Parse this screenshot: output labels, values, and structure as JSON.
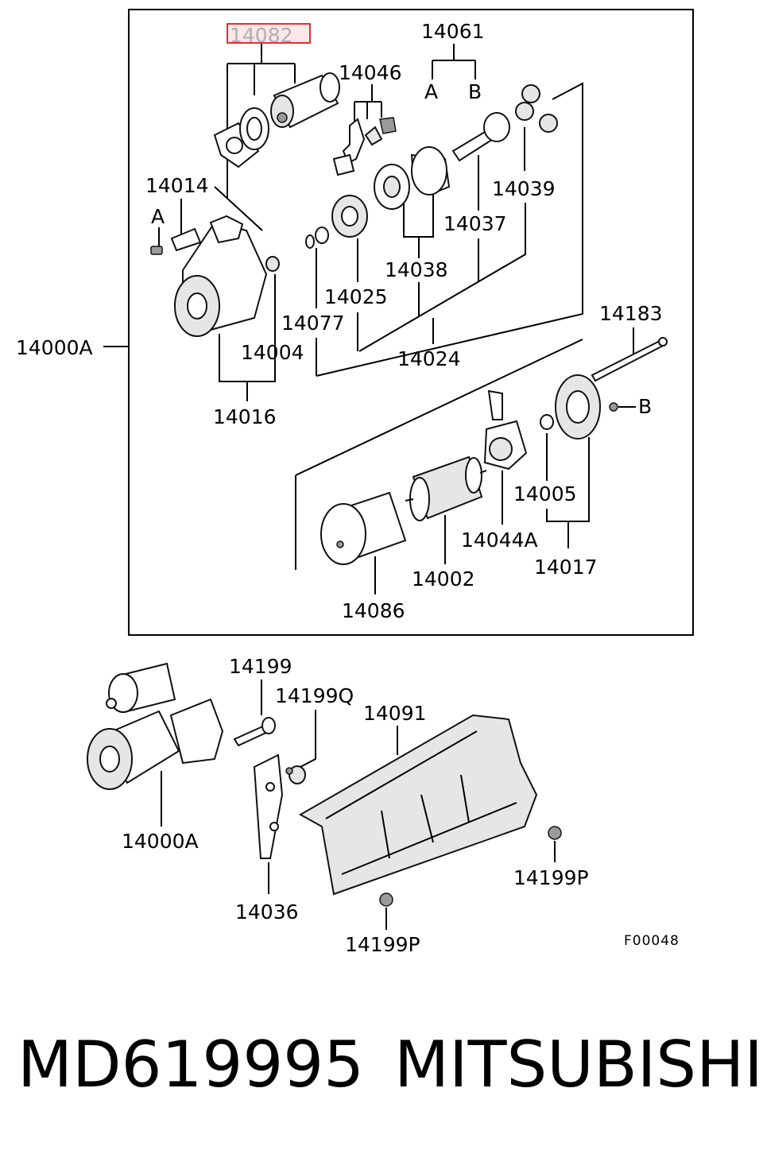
{
  "parts_frame": {
    "assembly_label": "14000A",
    "labels": {
      "p14082": "14082",
      "p14061": "14061",
      "p14061_a": "A",
      "p14061_b": "B",
      "p14046": "14046",
      "p14014": "14014",
      "p14014_a": "A",
      "p14039": "14039",
      "p14037": "14037",
      "p14038": "14038",
      "p14025": "14025",
      "p14077": "14077",
      "p14004": "14004",
      "p14024": "14024",
      "p14016": "14016",
      "p14183": "14183",
      "p14183_b": "B",
      "p14005": "14005",
      "p14044a": "14044A",
      "p14017": "14017",
      "p14002": "14002",
      "p14086": "14086"
    }
  },
  "lower_section": {
    "labels": {
      "p14199": "14199",
      "p14199q": "14199Q",
      "p14091": "14091",
      "p14000a": "14000A",
      "p14036": "14036",
      "p14199p_right": "14199P",
      "p14199p_bottom": "14199P"
    },
    "figure_code": "F00048"
  },
  "highlighted_part": "14082",
  "highlight_color": "#e03030",
  "footer": {
    "part_number": "MD619995",
    "brand": "MITSUBISHI"
  }
}
